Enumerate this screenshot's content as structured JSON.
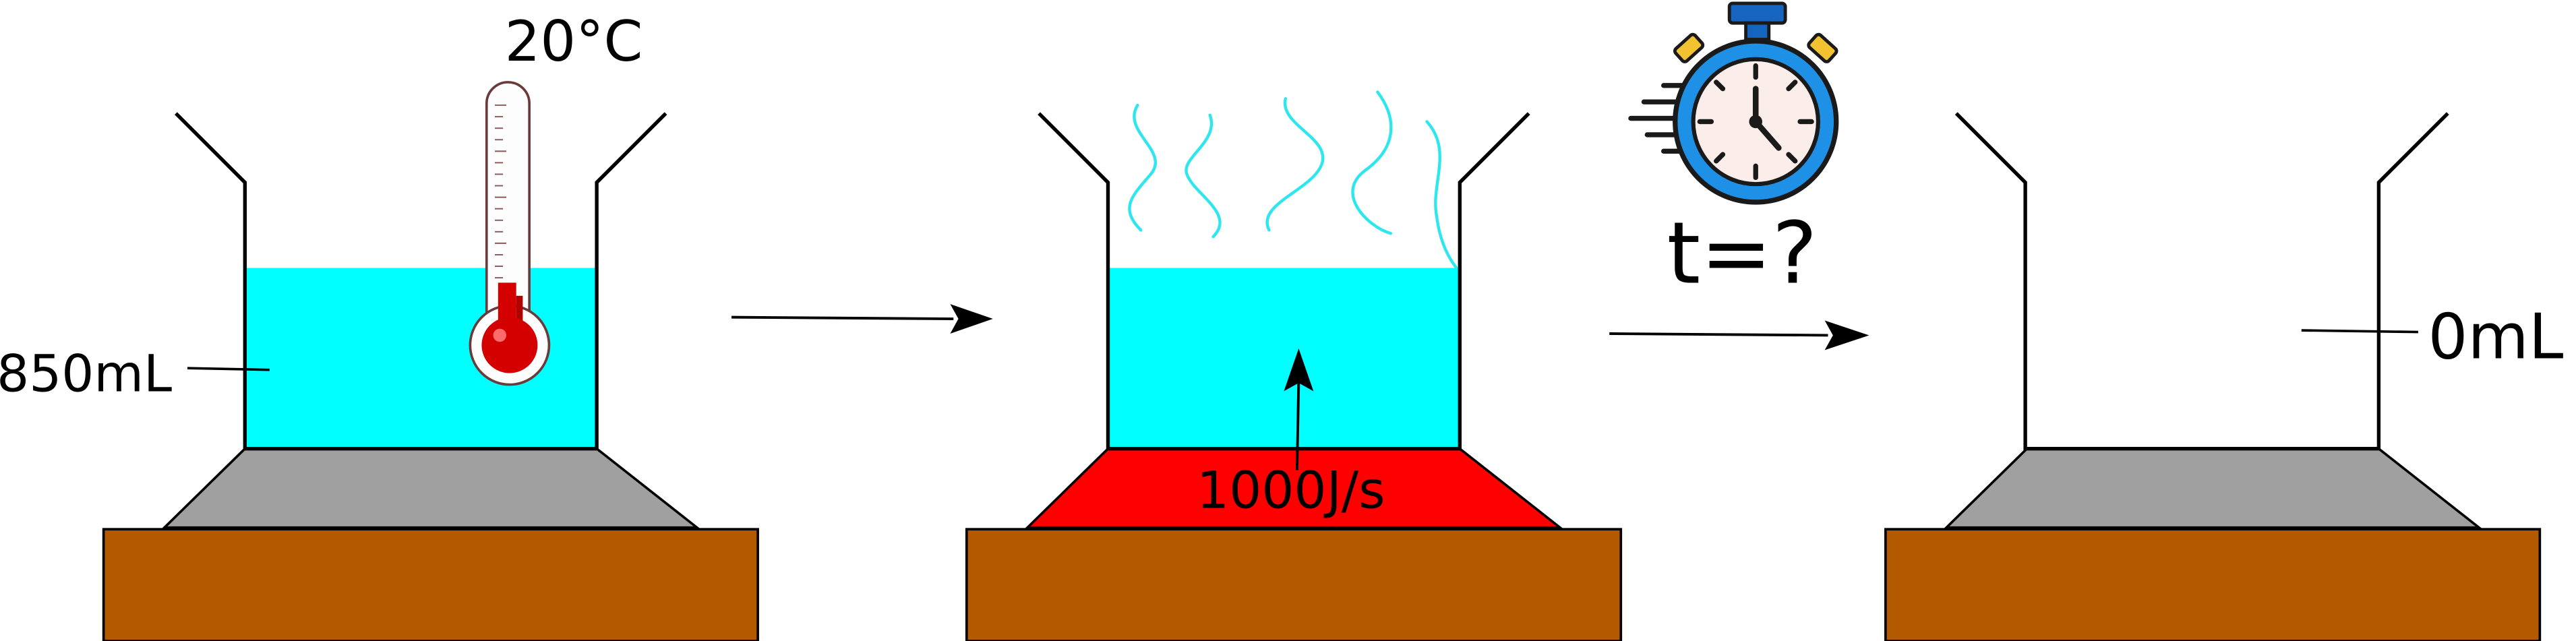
{
  "stages": [
    {
      "volume_label": "850mL",
      "temperature_label": "20°C"
    },
    {
      "power_label": "1000J/s"
    },
    {
      "volume_label": "0mL"
    }
  ],
  "time_label": "t=?",
  "colors": {
    "water": "#00ffff",
    "steam": "#2ee6ee",
    "burner_off": "#a0a0a0",
    "burner_on": "#ff0000",
    "stand": "#b35900",
    "thermometer_red": "#d40000",
    "stopwatch_ring": "#1e90e6",
    "stopwatch_face": "#fbeeea",
    "stopwatch_cap": "#1565c0",
    "stopwatch_tab": "#f2c230"
  },
  "icons": {
    "thermometer": "thermometer-icon",
    "stopwatch": "stopwatch-icon",
    "arrow": "arrow-right-icon"
  }
}
